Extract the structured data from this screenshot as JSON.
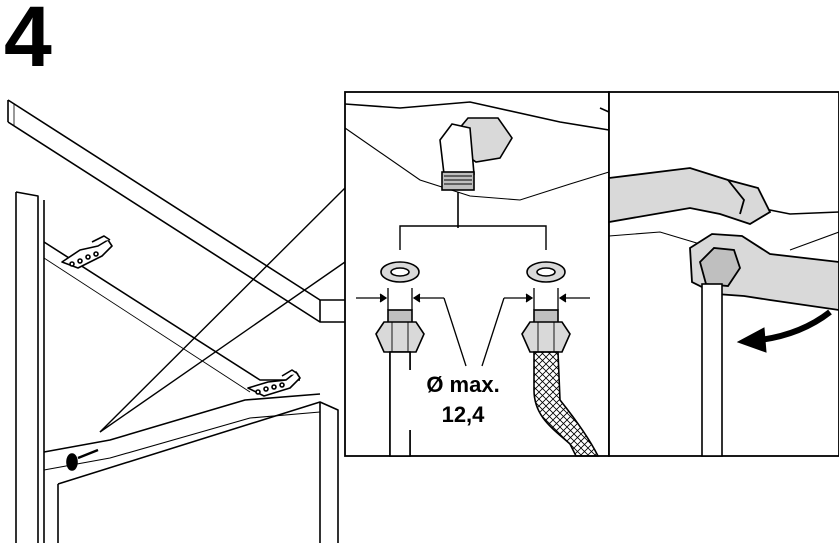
{
  "step": {
    "number": "4"
  },
  "detail": {
    "diameter_label": "Ø max.",
    "diameter_value": "12,4"
  },
  "colors": {
    "line": "#000000",
    "fill_light": "#ffffff",
    "fill_grey": "#d9d9d9",
    "fill_mid": "#bfbfbf"
  }
}
